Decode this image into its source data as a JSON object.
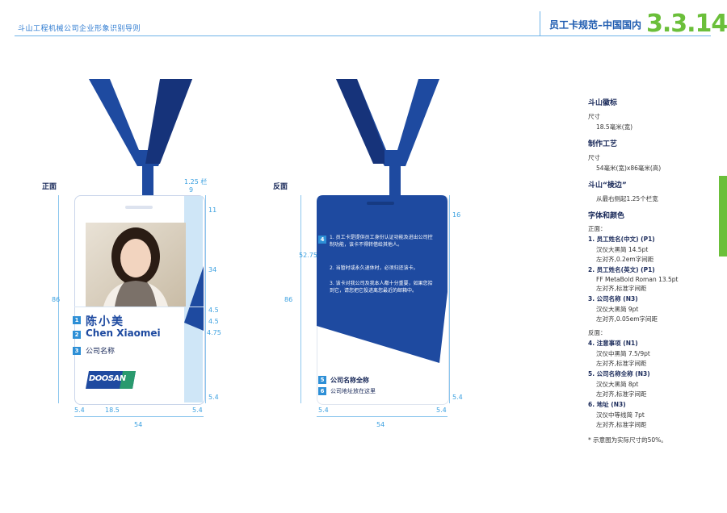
{
  "header": {
    "doc_title": "斗山工程机械公司企业形象识别导则",
    "section_title": "员工卡规范–中国国内",
    "section_number": "3.3.14"
  },
  "front": {
    "label": "正面",
    "name_cn": "陈小美",
    "name_en": "Chen Xiaomei",
    "company": "公司名称",
    "logo_text": "DOOSAN",
    "markers": [
      "1",
      "2",
      "3"
    ]
  },
  "back": {
    "label": "反面",
    "marker4": "4",
    "notices": [
      "1. 员工卡是提供员工身份认证功能及进出公司控制功能，该卡不得转借给其他人。",
      "2. 当暂时或永久退休时，必须归还该卡。",
      "3. 该卡对我公司及我本人都十分重要，如果您拾到它，请您把它投进离您最近的邮箱中。"
    ],
    "company_full": "公司名称全称",
    "address": "公司地址放在这里",
    "marker5": "5",
    "marker6": "6"
  },
  "dims_front": {
    "top_right": "1.25 栏",
    "top_9": "9",
    "d11": "11",
    "d34": "34",
    "d45a": "4.5",
    "d45b": "4.5",
    "d475": "4.75",
    "d54r": "5.4",
    "height": "86",
    "b54l": "5.4",
    "b185": "18.5",
    "b54r": "5.4",
    "width": "54"
  },
  "dims_back": {
    "d16": "16",
    "d5275": "52.75",
    "height": "86",
    "d54r": "5.4",
    "b54l": "5.4",
    "b54r": "5.4",
    "width": "54"
  },
  "specs": {
    "logo_h": "斗山徽标",
    "size_label": "尺寸",
    "logo_size": "18.5毫米(宽)",
    "craft_h": "制作工艺",
    "size_label2": "尺寸",
    "card_size": "54毫米(宽)x86毫米(高)",
    "edge_h": "斗山“棱边”",
    "edge_desc": "从最右侧起1.25个栏宽",
    "font_h": "字体和颜色",
    "front_label": "正面：",
    "items_front": [
      {
        "title": "1. 员工姓名(中文) (P1)",
        "lines": [
          "汉仪大黑简  14.5pt",
          "左对齐,0.2em字间距"
        ]
      },
      {
        "title": "2. 员工姓名(英文) (P1)",
        "lines": [
          "FF MetaBold Roman 13.5pt",
          "左对齐,标准字间距"
        ]
      },
      {
        "title": "3. 公司名称 (N3)",
        "lines": [
          "汉仪大黑简  9pt",
          "左对齐,0.05em字间距"
        ]
      }
    ],
    "back_label": "反面：",
    "items_back": [
      {
        "title": "4. 注意事项 (N1)",
        "lines": [
          "汉仪中黑简  7.5/9pt",
          "左对齐,标准字间距"
        ]
      },
      {
        "title": "5. 公司名称全称 (N3)",
        "lines": [
          "汉仪大黑简  8pt",
          "左对齐,标准字间距"
        ]
      },
      {
        "title": "6. 地址 (N3)",
        "lines": [
          "汉仪中等线简  7pt",
          "左对齐,标准字间距"
        ]
      }
    ],
    "footnote": "* 示意图为实际尺寸的50%。"
  },
  "colors": {
    "brand_blue": "#1e4aa0",
    "accent_blue": "#2d8fd6",
    "accent_green": "#6bbf3a"
  }
}
